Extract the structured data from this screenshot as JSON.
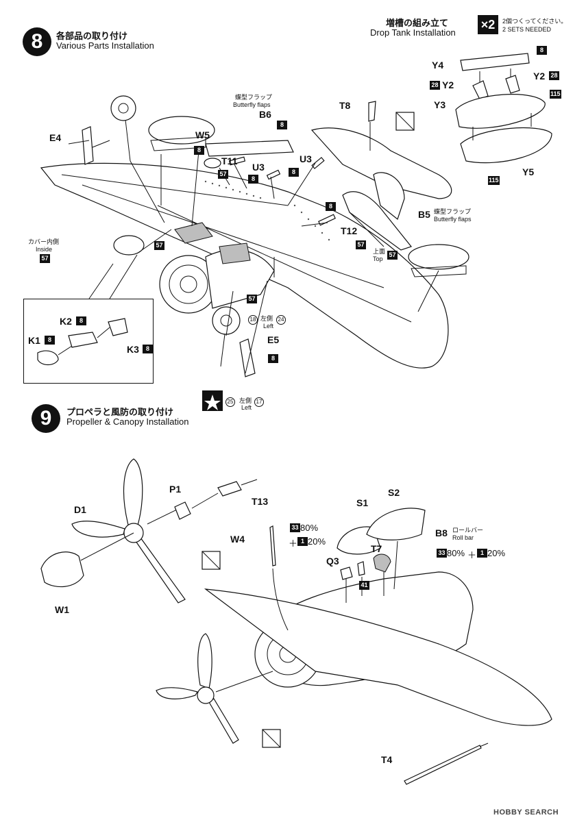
{
  "step8": {
    "number": "8",
    "title_jp": "各部品の取り付け",
    "title_en": "Various Parts Installation"
  },
  "step9": {
    "number": "9",
    "title_jp": "プロペラと風防の取り付け",
    "title_en": "Propeller & Canopy Installation"
  },
  "drop_tank": {
    "title_jp": "増槽の組み立て",
    "title_en": "Drop Tank Installation",
    "multiplier": "×2",
    "note_jp": "2個つくってください。",
    "note_en": "2 SETS NEEDED"
  },
  "parts": {
    "Y4": "Y4",
    "Y2a": "Y2",
    "Y2b": "Y2",
    "Y3": "Y3",
    "Y5": "Y5",
    "E4": "E4",
    "E5": "E5",
    "W5": "W5",
    "B6": "B6",
    "B5": "B5",
    "T8": "T8",
    "T11": "T11",
    "T12": "T12",
    "U3a": "U3",
    "U3b": "U3",
    "K1": "K1",
    "K2": "K2",
    "K3": "K3",
    "P1": "P1",
    "T13": "T13",
    "D1": "D1",
    "W1": "W1",
    "W4": "W4",
    "S1": "S1",
    "S2": "S2",
    "B8": "B8",
    "T7": "T7",
    "Q3": "Q3",
    "T4": "T4"
  },
  "colors": {
    "c8": "8",
    "c28": "28",
    "c115": "115",
    "c57": "57",
    "c33": "33",
    "c1": "1",
    "c41": "41"
  },
  "notes": {
    "butterfly_jp": "蝶型フラップ",
    "butterfly_en": "Butterfly flaps",
    "cover_inside_jp": "カバー内側",
    "cover_inside_en": "Inside",
    "top_jp": "上面",
    "top_en": "Top",
    "left_jp": "左側",
    "left_en": "Left",
    "rollbar_jp": "ロールバー",
    "rollbar_en": "Roll bar",
    "mix_80": "80%",
    "mix_20": "20%",
    "plus": "＋",
    "decal_18": "18",
    "decal_24": "24",
    "decal_25": "25",
    "decal_17": "17"
  },
  "watermark": "HOBBY SEARCH",
  "accent": "#111111"
}
